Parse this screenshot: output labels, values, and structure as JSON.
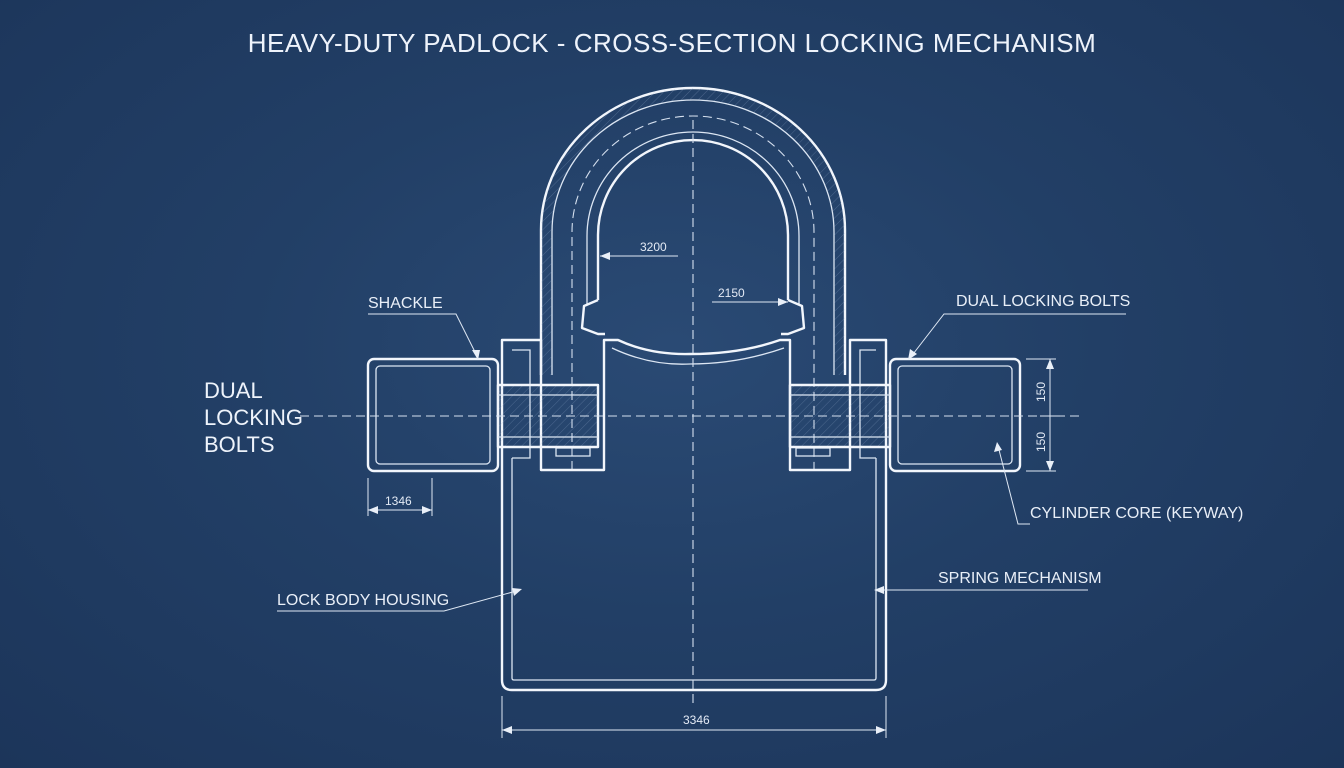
{
  "title": "HEAVY-DUTY PADLOCK - CROSS-SECTION LOCKING MECHANISM",
  "labels": {
    "shackle": "SHACKLE",
    "dual_bolts_right": "DUAL LOCKING BOLTS",
    "dual_bolts_left_line1": "DUAL",
    "dual_bolts_left_line2": "LOCKING",
    "dual_bolts_left_line3": "BOLTS",
    "cylinder_core": "CYLINDER CORE (KEYWAY)",
    "lock_body": "LOCK BODY HOUSING",
    "spring": "SPRING MECHANISM"
  },
  "dimensions": {
    "shackle_inner": "3200",
    "shackle_gap": "2150",
    "bolt_width": "1346",
    "body_width": "3346",
    "bolt_upper": "150",
    "bolt_lower": "150"
  },
  "colors": {
    "background": "#213d63",
    "lines": "#f2f6fc"
  }
}
